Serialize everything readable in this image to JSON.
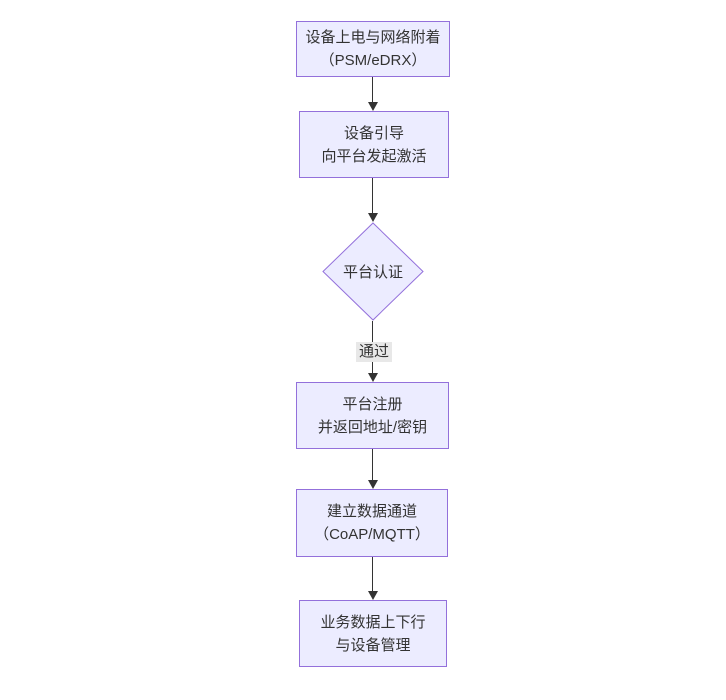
{
  "diagram": {
    "type": "flowchart",
    "direction": "top-down",
    "nodes": [
      {
        "shape": "rect",
        "lines": [
          "设备上电与网络附着",
          "（PSM/eDRX）"
        ]
      },
      {
        "shape": "rect",
        "lines": [
          "设备引导",
          "向平台发起激活"
        ]
      },
      {
        "shape": "diamond",
        "label": "平台认证"
      },
      {
        "shape": "rect",
        "lines": [
          "平台注册",
          "并返回地址/密钥"
        ]
      },
      {
        "shape": "rect",
        "lines": [
          "建立数据通道",
          "（CoAP/MQTT）"
        ]
      },
      {
        "shape": "rect",
        "lines": [
          "业务数据上下行",
          "与设备管理"
        ]
      }
    ],
    "edges": [
      {
        "from": 0,
        "to": 1,
        "label": ""
      },
      {
        "from": 1,
        "to": 2,
        "label": ""
      },
      {
        "from": 2,
        "to": 3,
        "label": "通过"
      },
      {
        "from": 3,
        "to": 4,
        "label": ""
      },
      {
        "from": 4,
        "to": 5,
        "label": ""
      }
    ],
    "colors": {
      "node_fill": "#ECECFF",
      "node_border": "#9370DB",
      "edge_line": "#333333",
      "edge_label_bg": "#e8e8e8",
      "text": "#333333",
      "background": "#ffffff"
    }
  }
}
